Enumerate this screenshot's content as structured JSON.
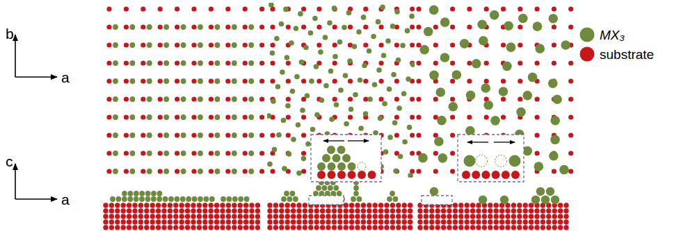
{
  "diagram": {
    "labels": [
      "b",
      "a",
      "c",
      "a"
    ],
    "legend": [
      {
        "text": "MX₃",
        "color": "#6e8b3d"
      },
      {
        "text": "substrate",
        "color": "#c8161d"
      }
    ]
  }
}
